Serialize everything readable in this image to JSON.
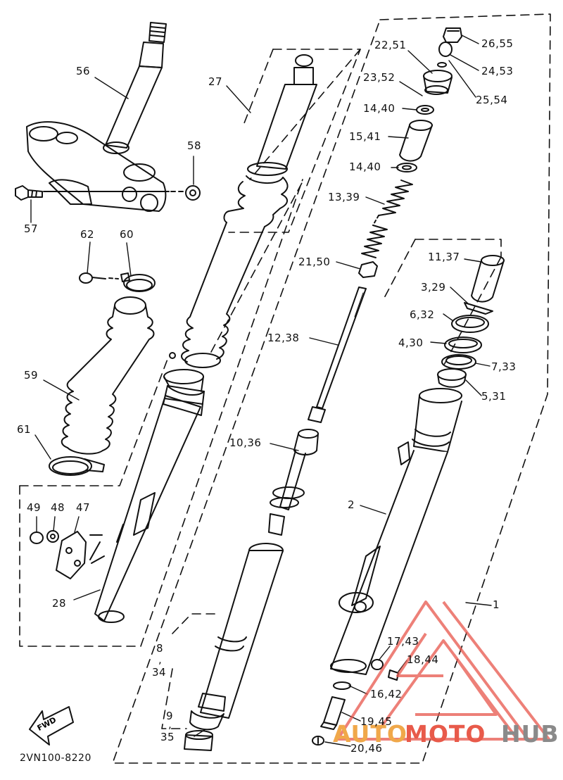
{
  "diagram": {
    "drawing_code": "2VN100-8220",
    "fwd_label": "FWD",
    "labels": {
      "p56": "56",
      "p57": "57",
      "p58": "58",
      "p27": "27",
      "p62": "62",
      "p60": "60",
      "p59": "59",
      "p61": "61",
      "p49": "49",
      "p48": "48",
      "p47": "47",
      "p28": "28",
      "p8": "8",
      "p8sep": ",",
      "p34": "34",
      "p9": "9",
      "p9sep": ",",
      "p35": "35",
      "p26_55": "26,55",
      "p22_51": "22,51",
      "p24_53": "24,53",
      "p23_52": "23,52",
      "p25_54": "25,54",
      "p14_40a": "14,40",
      "p15_41": "15,41",
      "p14_40b": "14,40",
      "p13_39": "13,39",
      "p21_50": "21,50",
      "p11_37": "11,37",
      "p3_29": "3,29",
      "p6_32": "6,32",
      "p4_30": "4,30",
      "p7_33": "7,33",
      "p5_31": "5,31",
      "p12_38": "12,38",
      "p10_36": "10,36",
      "p2": "2",
      "p1": "1",
      "p17_43": "17,43",
      "p18_44": "18,44",
      "p16_42": "16,42",
      "p19_45": "19,45",
      "p20_46": "20,46"
    }
  },
  "watermark": {
    "part1": "AUTO",
    "part2": "MOTO",
    "part3": "HUB",
    "color_triangle": "#e8564c",
    "color_part1": "#f0a84a",
    "color_part2": "#e85a4a",
    "color_part3": "#8a8a8a"
  }
}
